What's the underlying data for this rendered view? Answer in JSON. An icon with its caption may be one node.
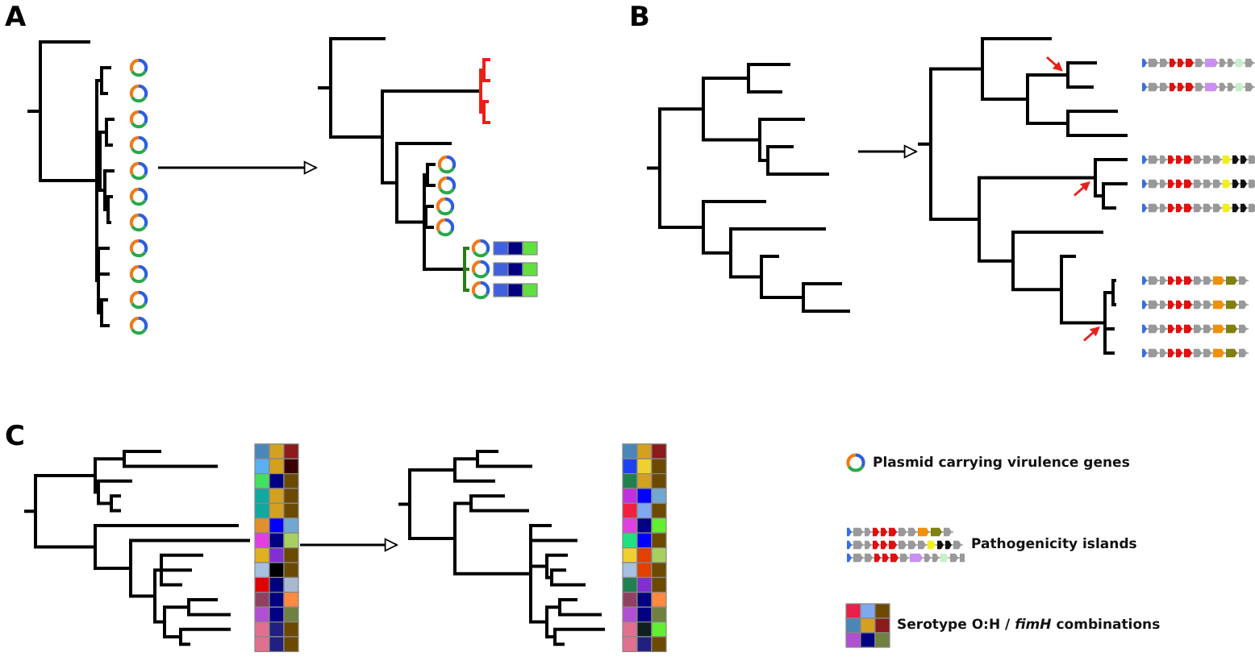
{
  "diagram": {
    "nodes": [
      {
        "text": [],
        "shape": "tree"
      },
      {
        "text": [],
        "shape": "tree"
      },
      {
        "text": [],
        "shape": "tree"
      },
      {
        "text": [],
        "shape": "tree"
      },
      {
        "text": [],
        "shape": "tree"
      },
      {
        "text": [],
        "shape": "tree"
      }
    ],
    "edges": [
      {
        "from": 0,
        "to": 1,
        "arrow": "to"
      },
      {
        "from": 2,
        "to": 3,
        "arrow": "to"
      },
      {
        "from": 4,
        "to": 5,
        "arrow": "to"
      }
    ],
    "labels": [
      "A",
      "B",
      "C"
    ],
    "legend": [
      {
        "text": "Plasmid carrying virulence genes"
      },
      {
        "text": "Pathogenicity islands"
      },
      {
        "text": "Serotype O:H / *fimH* combinations"
      }
    ]
  }
}
